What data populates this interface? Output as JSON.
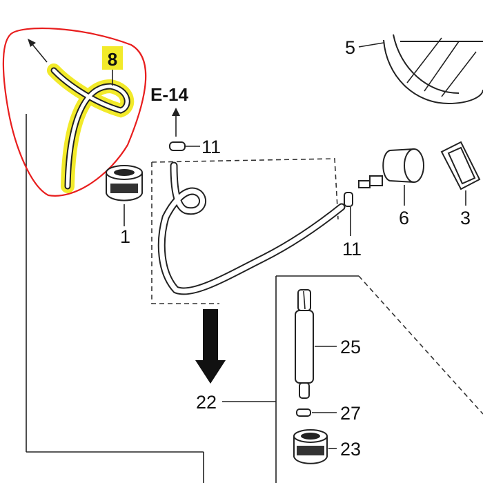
{
  "callouts": {
    "p8": "8",
    "e14": "E-14",
    "p11_top": "11",
    "p11_right": "11",
    "p5": "5",
    "p6": "6",
    "p3": "3",
    "p1": "1",
    "p25": "25",
    "p22": "22",
    "p27": "27",
    "p23": "23"
  },
  "colors": {
    "highlight_circle": "#e81e1e",
    "highlight_part": "#f2ea2a",
    "ink": "#222222"
  }
}
